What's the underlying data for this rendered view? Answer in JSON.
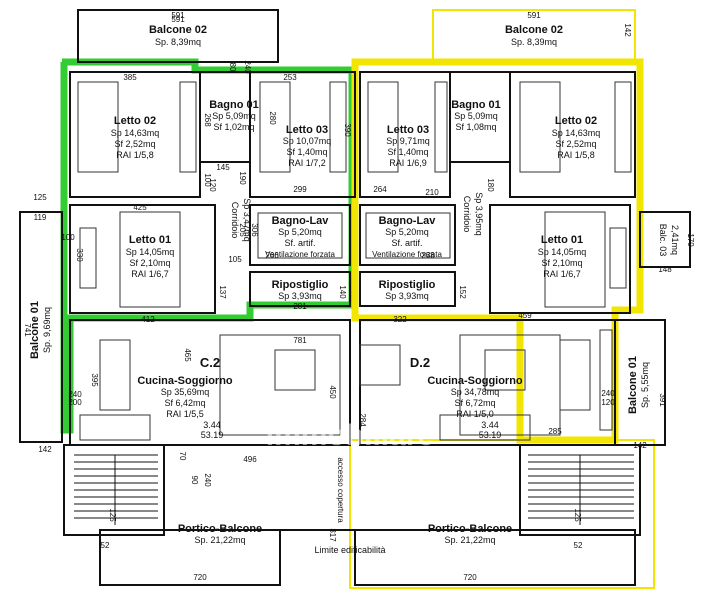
{
  "units": {
    "c2": {
      "code": "C.2",
      "rooms": {
        "balcone02": {
          "name": "Balcone 02",
          "area": "Sp. 8,39mq",
          "dim": "591"
        },
        "letto02": {
          "name": "Letto 02",
          "sp": "Sp 14,63mq",
          "sf": "Sf 2,52mq",
          "rai": "RAI 1/5,8"
        },
        "bagno01": {
          "name": "Bagno 01",
          "sp": "Sp 5,09mq",
          "sf": "Sf 1,02mq"
        },
        "letto03": {
          "name": "Letto 03",
          "sp": "Sp 10,07mq",
          "sf": "Sf 1,40mq",
          "rai": "RAI 1/7,2"
        },
        "corridoio": {
          "name": "Corridoio",
          "sp": "Sp 3,47mq"
        },
        "bagnolav": {
          "name": "Bagno-Lav",
          "sp": "Sp 5,20mq",
          "sf": "Sf. artif.",
          "vent": "Ventilazione forzata"
        },
        "letto01": {
          "name": "Letto 01",
          "sp": "Sp 14,05mq",
          "sf": "Sf 2,10mq",
          "rai": "RAI 1/6,7"
        },
        "ripostiglio": {
          "name": "Ripostiglio",
          "sp": "Sp 3,93mq"
        },
        "balcone01": {
          "name": "Balcone 01",
          "sp": "Sp. 9,69mq"
        },
        "cucina": {
          "name": "Cucina-Soggiorno",
          "sp": "Sp 35,69mq",
          "sf": "Sf 6,42mq",
          "rai": "RAI 1/5,5"
        },
        "portico": {
          "name": "Portico-Balcone",
          "sp": "Sp. 21,22mq"
        }
      },
      "level_a": "3.44",
      "level_b": "53.19"
    },
    "d2": {
      "code": "D.2",
      "rooms": {
        "balcone02": {
          "name": "Balcone 02",
          "area": "Sp. 8,39mq",
          "dim": "591"
        },
        "letto02": {
          "name": "Letto 02",
          "sp": "Sp 14,63mq",
          "sf": "Sf 2,52mq",
          "rai": "RAI 1/5,8"
        },
        "bagno01": {
          "name": "Bagno 01",
          "sp": "Sp 5,09mq",
          "sf": "Sf 1,08mq"
        },
        "letto03": {
          "name": "Letto 03",
          "sp": "Sp 9,71mq",
          "sf": "Sf 1,40mq",
          "rai": "RAI 1/6,9"
        },
        "corridoio": {
          "name": "Corridoio",
          "sp": "Sp 3,95mq"
        },
        "bagnolav": {
          "name": "Bagno-Lav",
          "sp": "Sp 5,20mq",
          "sf": "Sf. artif.",
          "vent": "Ventilazione forzata"
        },
        "letto01": {
          "name": "Letto 01",
          "sp": "Sp 14,05mq",
          "sf": "Sf 2,10mq",
          "rai": "RAI 1/6,7"
        },
        "balc03": {
          "name": "Balc. 03",
          "sp": "2,41mq"
        },
        "ripostiglio": {
          "name": "Ripostiglio",
          "sp": "Sp 3,93mq"
        },
        "balcone01": {
          "name": "Balcone 01",
          "sp": "Sp. 5,55mq"
        },
        "cucina": {
          "name": "Cucina-Soggiorno",
          "sp": "Sp 34,78mq",
          "sf": "Sf 6,72mq",
          "rai": "RAI 1/5,0"
        },
        "portico": {
          "name": "Portico-Balcone",
          "sp": "Sp. 21,22mq"
        }
      },
      "level_a": "3.44",
      "level_b": "53.19"
    }
  },
  "center_labels": {
    "limite": "Limite edificabilità",
    "accesso": "accesso copertura",
    "watermark": "immobiliare"
  },
  "dims": [
    "591",
    "142",
    "385",
    "80",
    "240",
    "253",
    "268",
    "280",
    "390",
    "145",
    "190",
    "120",
    "299",
    "100",
    "264",
    "210",
    "180",
    "205",
    "306",
    "425",
    "119",
    "125",
    "330",
    "100",
    "266",
    "268",
    "105",
    "137",
    "140",
    "152",
    "281",
    "412",
    "322",
    "459",
    "781",
    "465",
    "395",
    "200",
    "240",
    "450",
    "284",
    "120",
    "240",
    "285",
    "496",
    "70",
    "90",
    "240",
    "741",
    "142",
    "125",
    "52",
    "720",
    "317",
    "170",
    "148",
    "391",
    "52",
    "125",
    "720",
    "142"
  ],
  "colors": {
    "c2_outline": "#33cc33",
    "d2_outline": "#f2e600",
    "wall": "#111111",
    "background": "#ffffff"
  }
}
